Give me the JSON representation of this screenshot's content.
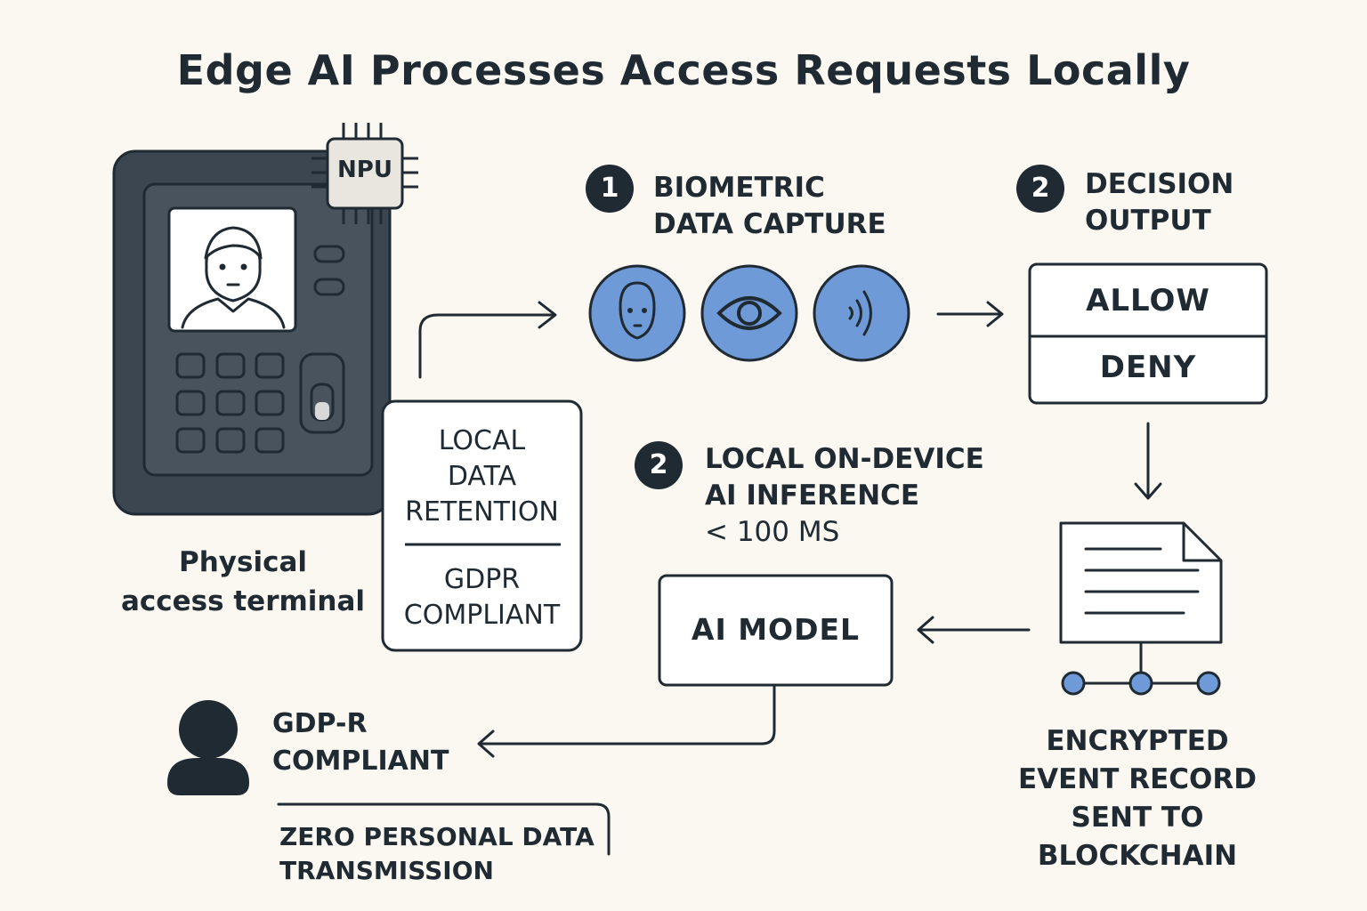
{
  "title": "Edge AI Processes Access Requests Locally",
  "terminal": {
    "chip_label": "NPU",
    "caption_line1": "Physical",
    "caption_line2": "access terminal"
  },
  "retention_box": {
    "line1": "LOCAL",
    "line2": "DATA",
    "line3": "RETENTION",
    "line4": "GDPR",
    "line5": "COMPLIANT"
  },
  "step_capture": {
    "number": "1",
    "line1": "BIOMETRIC",
    "line2": "DATA CAPTURE",
    "icons": [
      "face-icon",
      "eye-icon",
      "voice-icon"
    ]
  },
  "step_decision": {
    "number": "2",
    "line1": "DECISION",
    "line2": "OUTPUT",
    "options": [
      "ALLOW",
      "DENY"
    ]
  },
  "step_inference": {
    "number": "2",
    "line1": "LOCAL ON-DEVICE",
    "line2": "AI INFERENCE",
    "line3": "< 100 MS"
  },
  "ai_model": {
    "label": "AI MODEL"
  },
  "record": {
    "line1": "ENCRYPTED",
    "line2": "EVENT RECORD",
    "line3": "SENT TO BLOCKCHAIN"
  },
  "user": {
    "line1": "GDP-R",
    "line2": "COMPLIANT",
    "note_line1": "ZERO PERSONAL DATA",
    "note_line2": "TRANSMISSION"
  },
  "colors": {
    "background": "#fbf8f1",
    "ink": "#1f2a33",
    "accent_blue": "#6f9ad8",
    "terminal_dark": "#3c4650"
  }
}
